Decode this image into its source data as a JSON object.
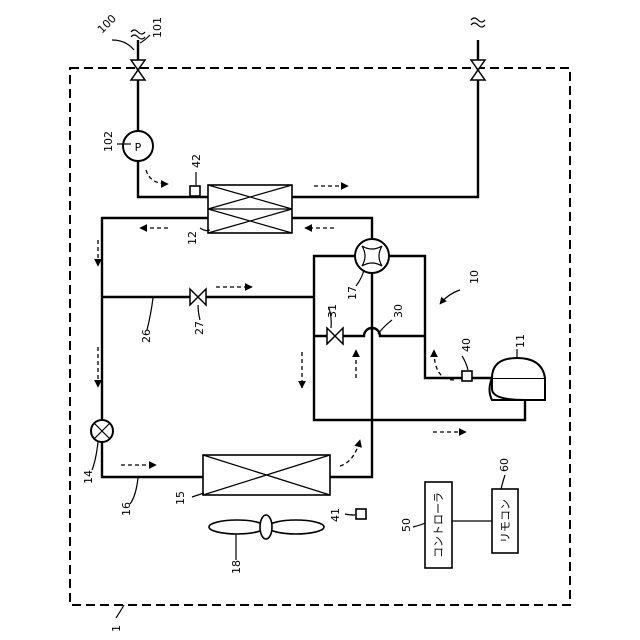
{
  "labels": {
    "l100": "100",
    "l101": "101",
    "l102": "102",
    "l42": "42",
    "l12": "12",
    "l10": "10",
    "l17": "17",
    "l31": "31",
    "l30": "30",
    "l11": "11",
    "l40": "40",
    "l26": "26",
    "l27": "27",
    "l14": "14",
    "l16": "16",
    "l15": "15",
    "l41": "41",
    "l18": "18",
    "l50": "50",
    "l60": "60",
    "l1": "1"
  },
  "pump_symbol": "P",
  "controller_text": "コントローラ",
  "remote_text": "リモコン"
}
